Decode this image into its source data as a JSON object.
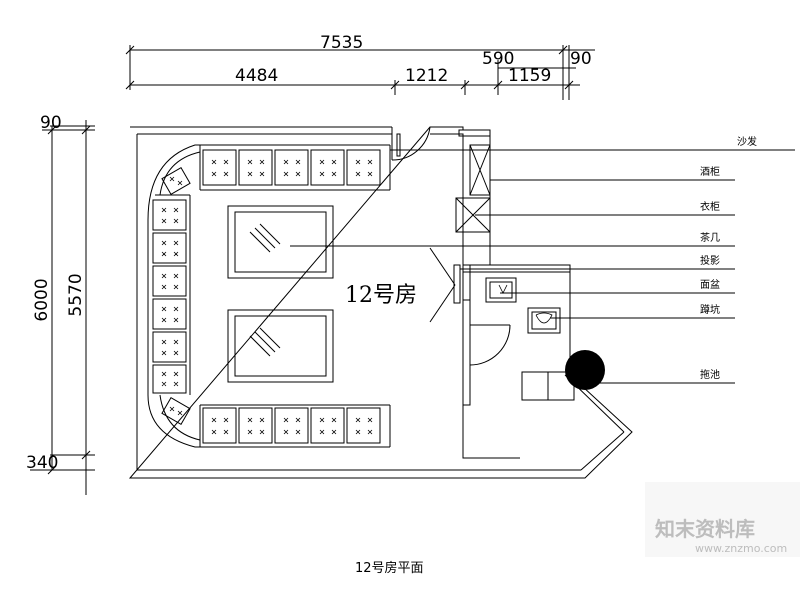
{
  "title": "12号房平面",
  "room_label": "12号房",
  "dimensions": {
    "top_total": "7535",
    "top_seg_1": "4484",
    "top_seg_2": "1212",
    "top_seg_3": "1159",
    "top_right_1": "590",
    "top_right_2": "90",
    "left_outer": "6000",
    "left_inner": "5570",
    "left_top": "90",
    "left_bottom": "340"
  },
  "legend": [
    {
      "key": "sofa",
      "label": "沙发"
    },
    {
      "key": "wine_cabinet",
      "label": "酒柜"
    },
    {
      "key": "wardrobe",
      "label": "衣柜"
    },
    {
      "key": "coffee_table",
      "label": "茶几"
    },
    {
      "key": "projector",
      "label": "投影"
    },
    {
      "key": "basin",
      "label": "面盆"
    },
    {
      "key": "squat_toilet",
      "label": "蹲坑"
    },
    {
      "key": "mop_sink",
      "label": "拖池"
    }
  ],
  "watermark": {
    "brand": "知末资料库",
    "url": "www.znzmo.com"
  },
  "colors": {
    "ink": "#000000",
    "watermark": "#bdbdbd"
  }
}
